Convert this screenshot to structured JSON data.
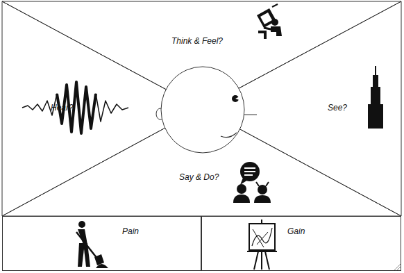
{
  "diagram": {
    "nodes": [
      {
        "text": [
          "Think & Feel?"
        ]
      },
      {
        "text": [
          "Hear?"
        ]
      },
      {
        "text": [
          "See?"
        ]
      },
      {
        "text": [
          "Say & Do?"
        ]
      },
      {
        "text": [
          "Pain"
        ]
      },
      {
        "text": [
          "Gain"
        ]
      }
    ]
  }
}
